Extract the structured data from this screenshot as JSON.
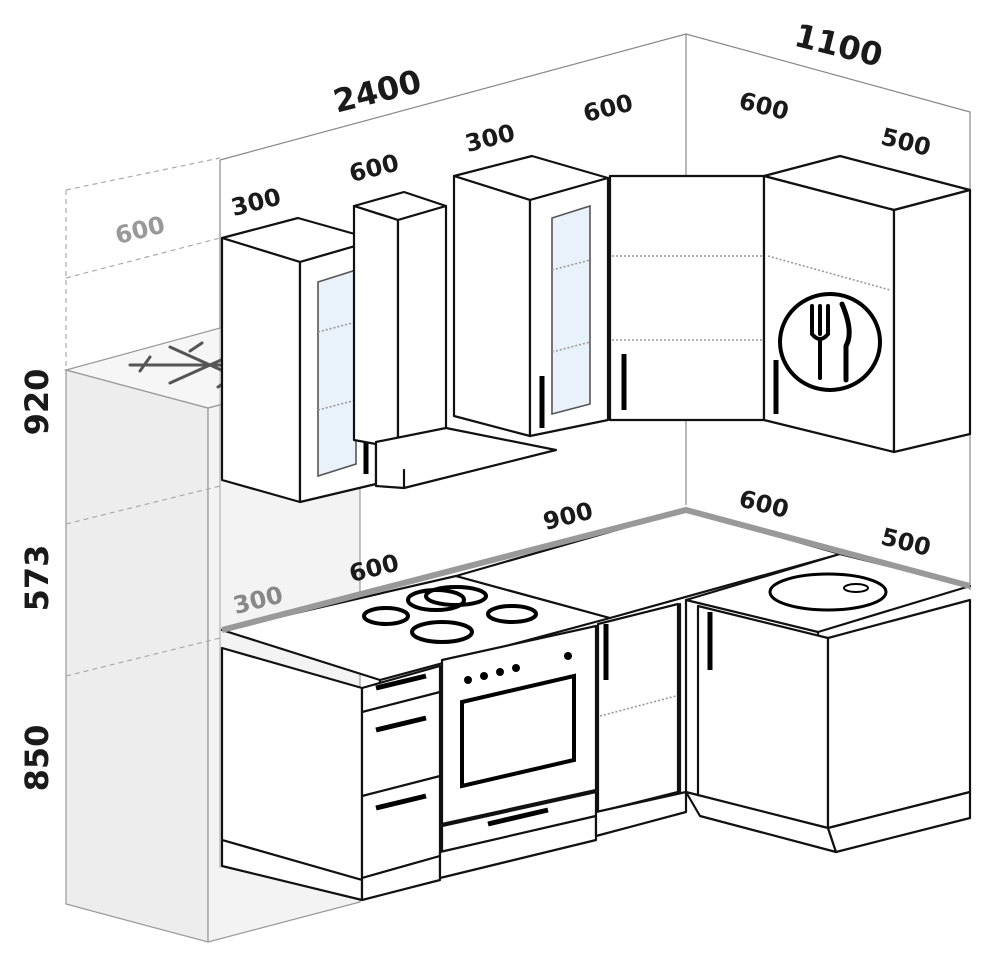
{
  "dimensions": {
    "total_width": "2400",
    "side_width": "1100",
    "wall_cab_300_left": "300",
    "wall_hood_600": "600",
    "wall_cab_300_right": "300",
    "wall_corner_600": "600",
    "side_wall_600": "600",
    "side_wall_500": "500",
    "fridge_depth": "600",
    "height_wall": "920",
    "height_gap": "573",
    "height_base": "850",
    "base_300": "300",
    "base_600": "600",
    "base_900": "900",
    "base_side_600": "600",
    "base_side_500": "500"
  },
  "colors": {
    "outline": "#111111",
    "countertop": "#999999",
    "glass": "#e9f1fa",
    "fridge": "#d8d8d8"
  },
  "icons": [
    "snowflake-icon",
    "cutlery-icon",
    "hob-burner-icon",
    "oven-icon"
  ]
}
